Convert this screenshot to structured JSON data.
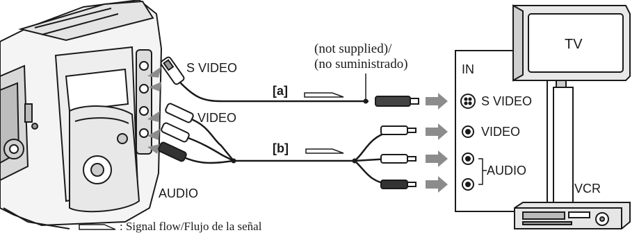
{
  "labels": {
    "s_video": "S VIDEO",
    "video": "VIDEO",
    "audio": "AUDIO",
    "not_supplied": "(not supplied)/",
    "no_suministrado": "(no suministrado)",
    "cable_a": "[a]",
    "cable_b": "[b]",
    "in": "IN",
    "tv_in_s_video": "S VIDEO",
    "tv_in_video": "VIDEO",
    "tv_in_audio": "AUDIO",
    "tv": "TV",
    "vcr": "VCR"
  },
  "legend": {
    "text": ": Signal flow/Flujo de la señal"
  },
  "colors": {
    "ink": "#1a1a1a",
    "arrow_gray": "#8c8c8c",
    "panel_gray": "#eeeeee"
  }
}
